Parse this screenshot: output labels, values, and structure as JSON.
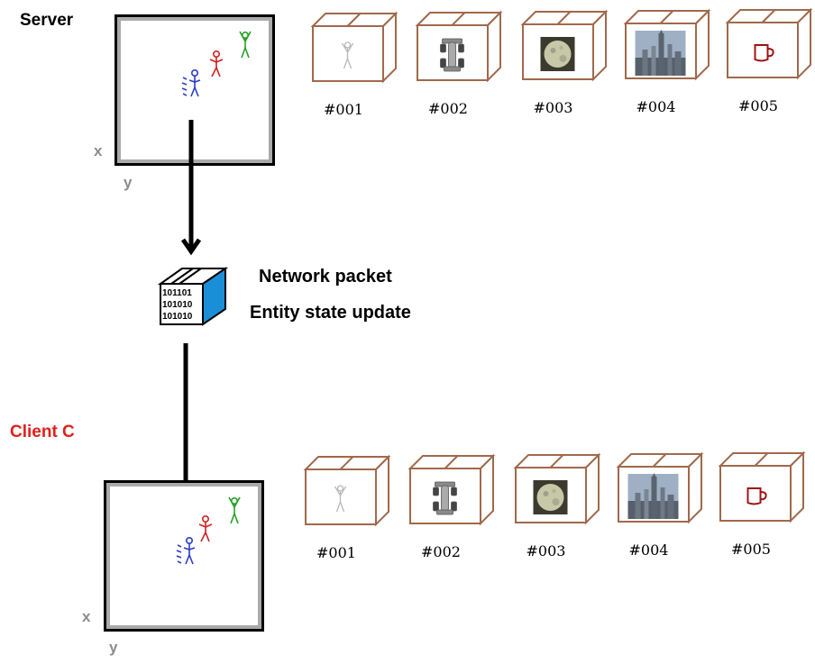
{
  "server": {
    "label": "Server",
    "axis_x": "x",
    "axis_y": "y",
    "entities": [
      {
        "id": "#001",
        "icon": "stick-figure-icon"
      },
      {
        "id": "#002",
        "icon": "race-car-icon"
      },
      {
        "id": "#003",
        "icon": "moon-photo-icon"
      },
      {
        "id": "#004",
        "icon": "city-skyline-photo-icon"
      },
      {
        "id": "#005",
        "icon": "coffee-mug-icon"
      }
    ]
  },
  "packet": {
    "title": "Network packet",
    "subtitle": "Entity state update",
    "bits": [
      "101101",
      "101010",
      "101010"
    ]
  },
  "client": {
    "label": "Client C",
    "axis_x": "x",
    "axis_y": "y",
    "entities": [
      {
        "id": "#001",
        "icon": "stick-figure-icon"
      },
      {
        "id": "#002",
        "icon": "race-car-icon"
      },
      {
        "id": "#003",
        "icon": "moon-photo-icon"
      },
      {
        "id": "#004",
        "icon": "city-skyline-photo-icon"
      },
      {
        "id": "#005",
        "icon": "coffee-mug-icon"
      }
    ]
  },
  "colors": {
    "crate": "#a0694b",
    "client_label": "#e0201c",
    "packet_side": "#1a8fd8",
    "player_blue": "#2a3cc8",
    "player_red": "#d02020",
    "player_green": "#2aa02a"
  }
}
